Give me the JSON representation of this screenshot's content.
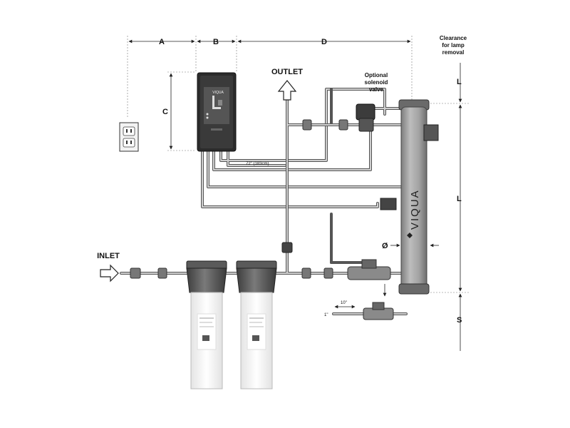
{
  "labels": {
    "dim_a": "A",
    "dim_b": "B",
    "dim_c": "C",
    "dim_d": "D",
    "dim_l_top": "L",
    "dim_l_main": "L",
    "dim_s": "S",
    "dim_diameter": "Ø",
    "clearance": [
      "Clearance",
      "for lamp",
      "removal"
    ],
    "outlet": "OUTLET",
    "inlet": "INLET",
    "solenoid": [
      "Optional",
      "solenoid",
      "valve"
    ],
    "cord_length": "72\" (183cm)",
    "pipe_size": "1\"",
    "straight_run": "10\""
  },
  "brand": {
    "logo_text": "VIQUA",
    "controller_logo": "VIQUA"
  },
  "colors": {
    "pipe": "#555555",
    "housing_cap": "#4a4a4a",
    "housing_bowl": "#f6f6f6",
    "reactor": "#9b9b9b",
    "controller": "#2b2b2b"
  },
  "icons": [
    "outlet-arrow-icon",
    "inlet-arrow-icon",
    "wall-receptacle-icon"
  ]
}
